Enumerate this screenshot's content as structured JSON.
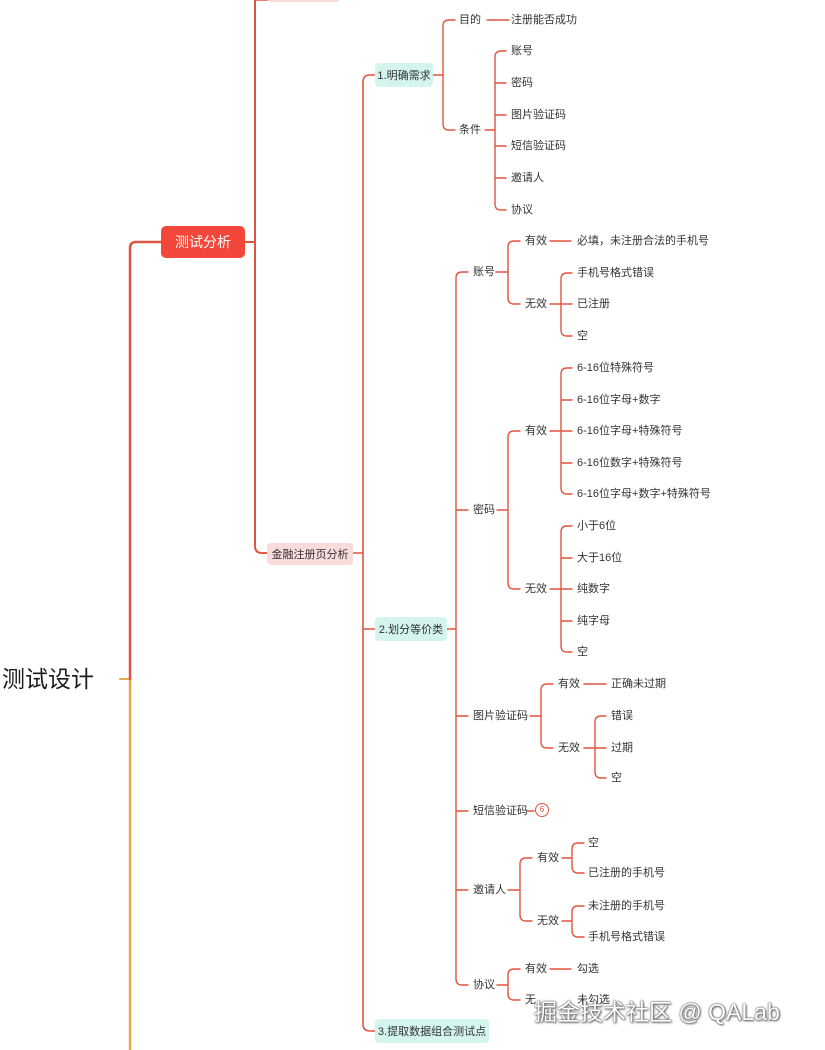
{
  "root": "测试设计",
  "main": "测试分析",
  "page": "金融注册页分析",
  "watermark": "掘金技术社区 @ QALab",
  "b1": {
    "title": "1.明确需求",
    "purpose": "目的",
    "purpose_val": "注册能否成功",
    "cond": "条件",
    "cond_items": [
      "账号",
      "密码",
      "图片验证码",
      "短信验证码",
      "邀请人",
      "协议"
    ]
  },
  "b2": {
    "title": "2.划分等价类",
    "valid": "有效",
    "invalid": "无效",
    "account": "账号",
    "account_valid": "必填，未注册合法的手机号",
    "account_invalid": [
      "手机号格式错误",
      "已注册",
      "空"
    ],
    "password": "密码",
    "password_valid": [
      "6-16位特殊符号",
      "6-16位字母+数字",
      "6-16位字母+特殊符号",
      "6-16位数字+特殊符号",
      "6-16位字母+数字+特殊符号"
    ],
    "password_invalid": [
      "小于6位",
      "大于16位",
      "纯数字",
      "纯字母",
      "空"
    ],
    "captcha": "图片验证码",
    "captcha_valid": "正确未过期",
    "captcha_invalid": [
      "错误",
      "过期",
      "空"
    ],
    "sms": "短信验证码",
    "sms_badge": "6",
    "inviter": "邀请人",
    "inviter_valid": [
      "空",
      "已注册的手机号"
    ],
    "inviter_invalid": [
      "未注册的手机号",
      "手机号格式错误"
    ],
    "agreement": "协议",
    "agreement_valid": "勾选",
    "agreement_invalid_partial": "无",
    "agreement_invalid_item": "未勾选"
  },
  "b3": {
    "title": "3.提取数据组合测试点"
  },
  "colors": {
    "branch": "#e0553f",
    "root_line": "#e8a852",
    "main_node": "#f2473a",
    "pink_node": "#fadbdb",
    "mint_node": "#d3f5ee"
  }
}
